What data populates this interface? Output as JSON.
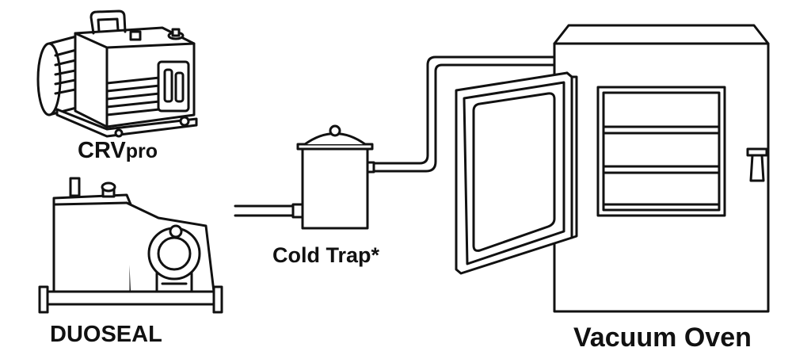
{
  "labels": {
    "crv_main": "CRV",
    "crv_suffix": "pro",
    "pump_logo": "CRVpro",
    "duoseal": "DUOSEAL",
    "cold_trap": "Cold Trap*",
    "vacuum_oven": "Vacuum Oven"
  },
  "colors": {
    "ink": "#111111",
    "background": "#ffffff"
  }
}
